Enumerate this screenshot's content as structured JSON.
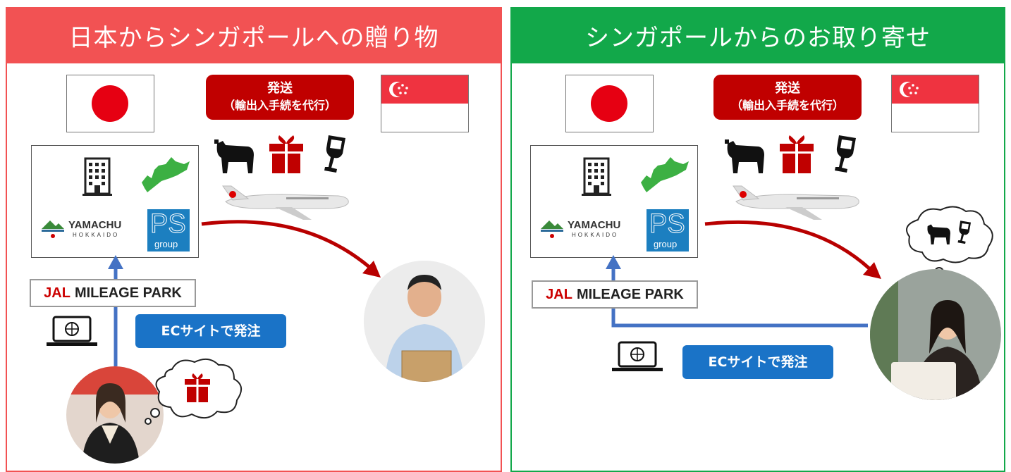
{
  "left": {
    "title": "日本からシンガポールへの贈り物",
    "header_color": "#f25253",
    "ship": {
      "line1": "発送",
      "line2": "（輸出入手続を代行）",
      "color": "#c00000"
    },
    "jal": {
      "brand": "JAL",
      "text": "MILEAGE PARK"
    },
    "ec_button": "ECサイトで発注",
    "company": {
      "yamachu": "YAMACHU",
      "yamachu_sub": "HOKKAIDO",
      "ps": "PS",
      "ps_sub": "group"
    }
  },
  "right": {
    "title": "シンガポールからのお取り寄せ",
    "header_color": "#12a84a",
    "ship": {
      "line1": "発送",
      "line2": "（輸出入手続を代行）",
      "color": "#c00000"
    },
    "jal": {
      "brand": "JAL",
      "text": "MILEAGE PARK"
    },
    "ec_button": "ECサイトで発注",
    "company": {
      "yamachu": "YAMACHU",
      "yamachu_sub": "HOKKAIDO",
      "ps": "PS",
      "ps_sub": "group"
    }
  },
  "colors": {
    "arrow_red": "#b80000",
    "arrow_blue": "#4472c4",
    "gift_red": "#c00000",
    "hokkaido_green": "#3cb043",
    "ps_blue": "#1c7fc0"
  },
  "icons": [
    "japan-flag-icon",
    "singapore-flag-icon",
    "cow-icon",
    "gift-icon",
    "wine-glass-icon",
    "airplane-icon",
    "building-icon",
    "hokkaido-map-icon",
    "laptop-icon",
    "thought-bubble-icon"
  ]
}
